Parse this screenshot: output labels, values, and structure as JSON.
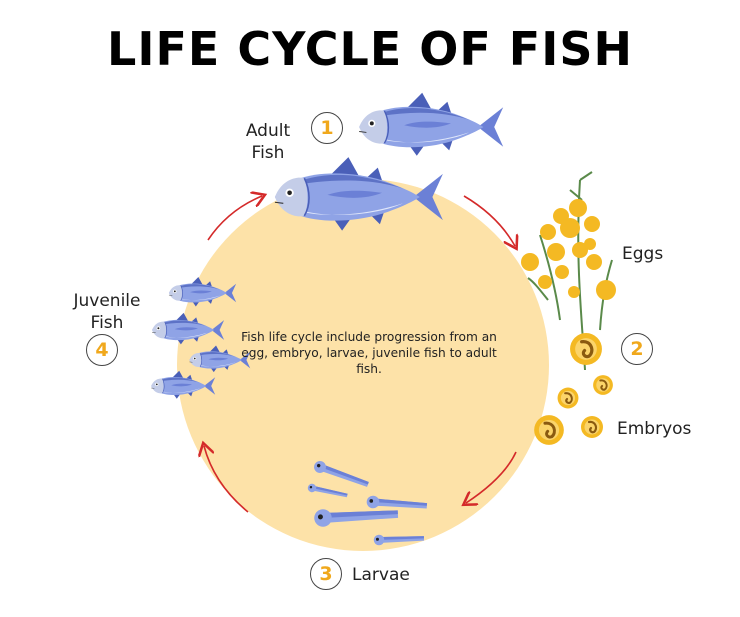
{
  "title": "LIFE CYCLE OF FISH",
  "description": "Fish life cycle include progression from an egg, embryo, larvae, juvenile fish to adult fish.",
  "stages": [
    {
      "number": "1",
      "label_line1": "Adult",
      "label_line2": "Fish"
    },
    {
      "number": "2",
      "label_line1": "Eggs",
      "label_line2": ""
    },
    {
      "number": "2",
      "label_line1": "Embryos",
      "label_line2": ""
    },
    {
      "number": "3",
      "label_line1": "Larvae",
      "label_line2": ""
    },
    {
      "number": "4",
      "label_line1": "Juvenile",
      "label_line2": "Fish"
    }
  ],
  "colors": {
    "circle_fill": "#fde2a8",
    "arrow": "#d42a2a",
    "fish_body": "#8fa3e6",
    "fish_dark": "#4a5fb8",
    "fish_belly": "#dfe6fa",
    "egg": "#f4b923",
    "stem": "#5a8a4a",
    "number": "#f0a81c"
  },
  "icons": [
    "adult-fish-icon",
    "egg-cluster-icon",
    "embryo-icon",
    "larva-icon",
    "juvenile-fish-icon",
    "cycle-arrow-icon"
  ]
}
